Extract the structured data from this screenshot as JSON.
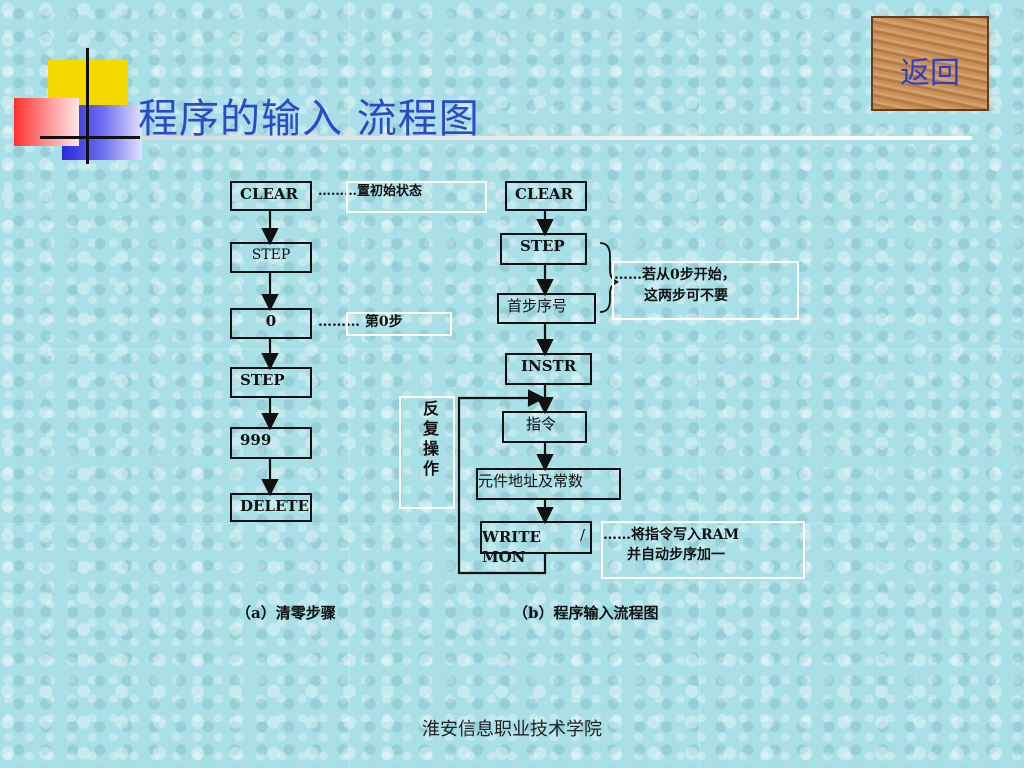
{
  "header": {
    "title": "程序的输入 流程图",
    "back_label": "返回"
  },
  "left_flow": {
    "steps": [
      "CLEAR",
      "STEP",
      "0",
      "STEP",
      "999",
      "DELETE"
    ],
    "note_clear": "………置初始状态",
    "note_zero": "……… 第0步",
    "caption": "（a）清零步骤"
  },
  "right_flow": {
    "steps": [
      "CLEAR",
      "STEP",
      "首步序号",
      "INSTR",
      "指令",
      "元件地址及常数",
      "WRITE",
      "/",
      "MON"
    ],
    "note_skip_line1": "……若从0步开始，",
    "note_skip_line2": "这两步可不要",
    "note_write_line1": "……将指令写入RAM",
    "note_write_line2": "并自动步序加一",
    "repeat_chars": [
      "反",
      "复",
      "操",
      "作"
    ],
    "caption": "（b）程序输入流程图"
  },
  "footer": {
    "school": "淮安信息职业技术学院"
  },
  "colors": {
    "title": "#2d48c8",
    "background": "#a9dfe6",
    "box_border": "#111111"
  }
}
